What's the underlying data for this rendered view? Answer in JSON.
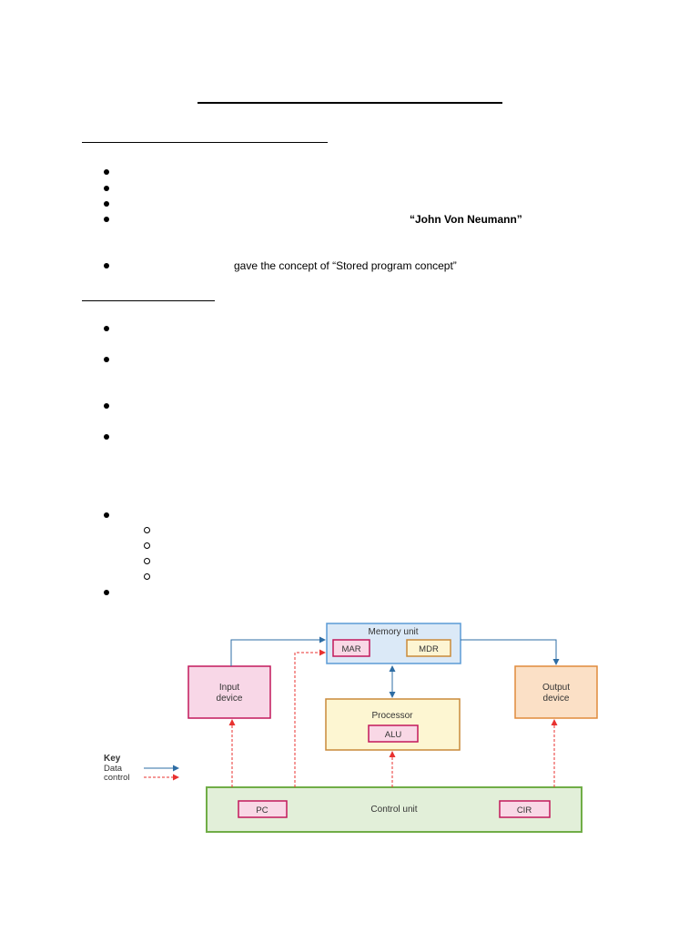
{
  "doc": {
    "line1_bold_text": "“John Von Neumann”",
    "line2_text": "gave the concept of “Stored program concept”"
  },
  "diagram": {
    "memory_unit": "Memory unit",
    "mar": "MAR",
    "mdr": "MDR",
    "input_device": [
      "Input",
      "device"
    ],
    "output_device": [
      "Output",
      "device"
    ],
    "processor": "Processor",
    "alu": "ALU",
    "control_unit": "Control unit",
    "pc": "PC",
    "cir": "CIR",
    "key_title": "Key",
    "key_data": "Data",
    "key_control": "control",
    "colors": {
      "memory_fill": "#dbe9f7",
      "memory_stroke": "#5b9bd5",
      "register_fill": "#f9d8e6",
      "register_stroke": "#c2185b",
      "mdr_fill": "#fdf5d3",
      "mdr_stroke": "#c98a3a",
      "processor_fill": "#fdf6d2",
      "processor_stroke": "#c98a3a",
      "input_fill": "#f8d7e7",
      "input_stroke": "#c2185b",
      "output_fill": "#fbe0c6",
      "output_stroke": "#e08a3c",
      "control_fill": "#e2efd9",
      "control_stroke": "#70ad47",
      "data_arrow": "#2e6da4",
      "control_arrow": "#e8312f"
    }
  }
}
